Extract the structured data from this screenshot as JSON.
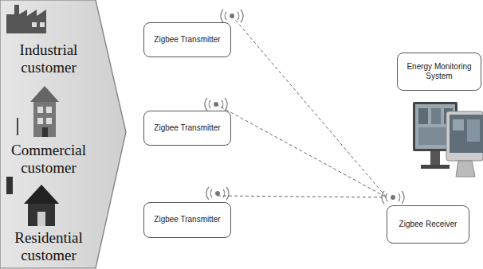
{
  "diagram": {
    "nodes": [
      {
        "text": [
          "Industrial customer",
          "Commercial customer",
          "Residential customer"
        ]
      },
      {
        "text": [
          "Zigbee Transmitter"
        ]
      },
      {
        "text": [
          "Zigbee Transmitter"
        ]
      },
      {
        "text": [
          "Zigbee Transmitter"
        ]
      },
      {
        "text": [
          "Energy Monitoring System"
        ]
      },
      {
        "text": [
          "Zigbee Receiver"
        ]
      }
    ],
    "edges": [
      {
        "from": 1,
        "to": 5,
        "arrow": "none"
      },
      {
        "from": 2,
        "to": 5,
        "arrow": "none"
      },
      {
        "from": 3,
        "to": 5,
        "arrow": "none"
      }
    ]
  }
}
